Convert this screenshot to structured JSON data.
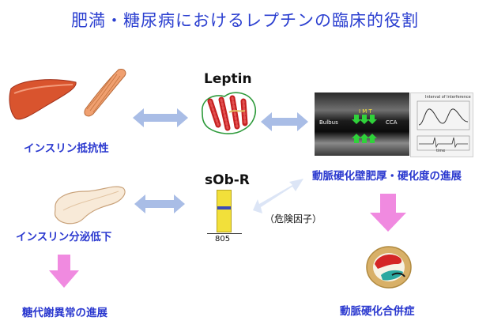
{
  "title": "肥満・糖尿病におけるレプチンの臨床的役割",
  "nodes": {
    "insulin_resistance": "インスリン抵抗性",
    "leptin": "Leptin",
    "atherosclerosis_progress": "動脈硬化壁肥厚・硬化度の進展",
    "sobr": "sOb-R",
    "sobr_number": "805",
    "insulin_secretion_decline": "インスリン分泌低下",
    "risk_factor": "（危険因子）",
    "glucose_metabolism": "糖代謝異常の進展",
    "atherosclerosis_complication": "動脈硬化合併症"
  },
  "ultrasound": {
    "left_label": "Bulbus",
    "imt_label": "I M T",
    "right_label": "CCA",
    "graph_title": "Interval of Interference",
    "axis_label": "time"
  },
  "colors": {
    "title": "#2b3fd0",
    "label_blue": "#2a38cf",
    "double_arrow": "#a9bde6",
    "pink_arrow": "#f08ae0",
    "sobr_bar": "#f2e03a",
    "sobr_band": "#3a4bb8"
  }
}
